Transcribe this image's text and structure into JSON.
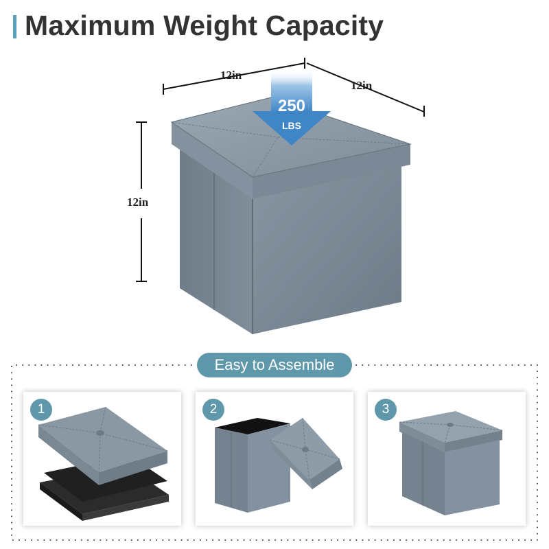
{
  "title": "Maximum Weight Capacity",
  "dimensions": {
    "width_label": "12in",
    "depth_label": "12in",
    "height_label": "12in"
  },
  "weight": {
    "value": "250",
    "unit": "LBS"
  },
  "assembly": {
    "label": "Easy to Assemble",
    "steps": [
      {
        "number": "1"
      },
      {
        "number": "2"
      },
      {
        "number": "3"
      }
    ]
  },
  "colors": {
    "accent": "#5f97ab",
    "title_bar": "#5aa0bb",
    "ottoman_gray": "#7d8c98",
    "arrow_blue": "#3f86c6"
  }
}
